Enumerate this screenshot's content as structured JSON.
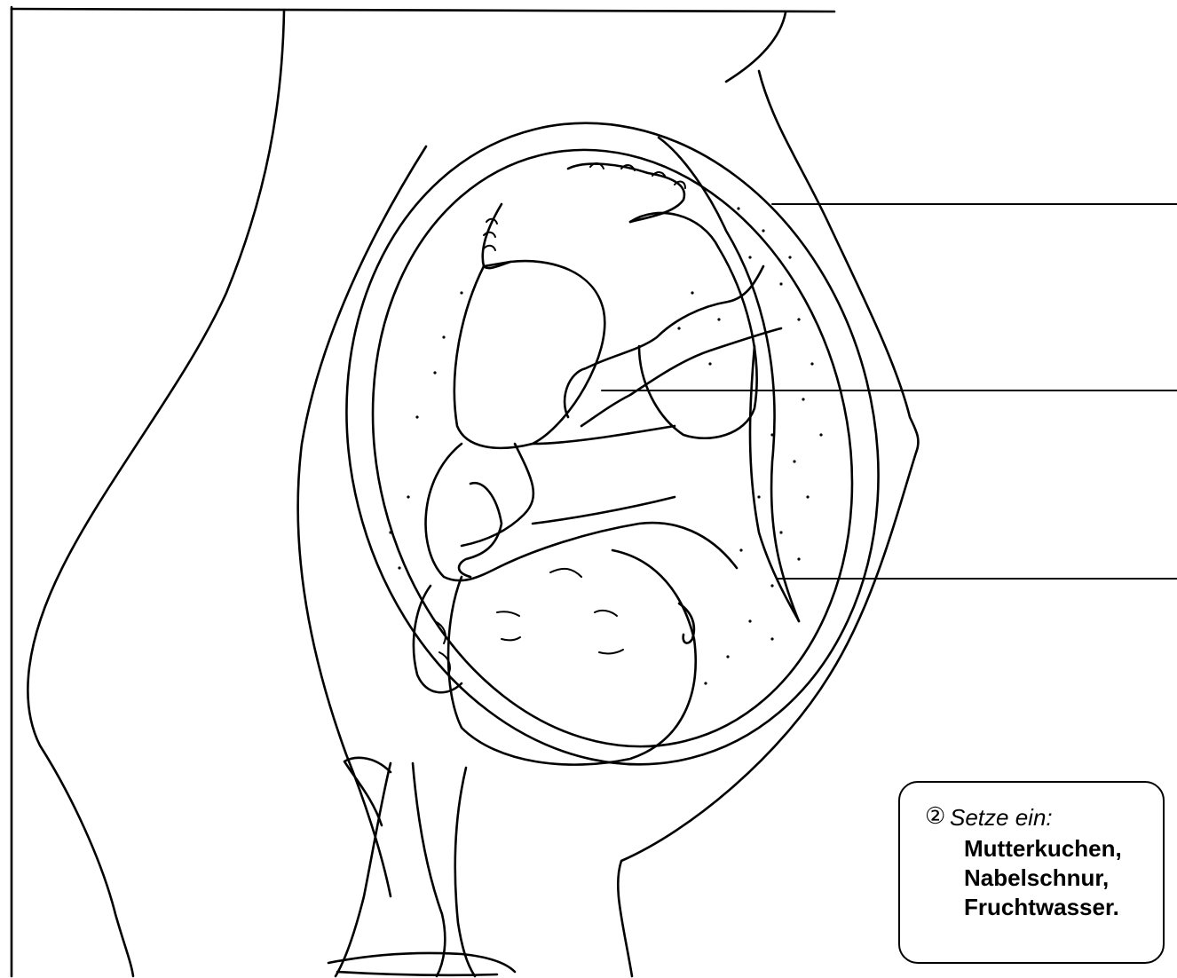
{
  "diagram": {
    "subject": "pregnant-woman-cross-section-with-fetus",
    "label_lines": [
      {
        "name": "placenta-label-line"
      },
      {
        "name": "umbilical-cord-label-line"
      },
      {
        "name": "amniotic-fluid-label-line"
      }
    ]
  },
  "task": {
    "number": "②",
    "instruction": "Setze ein:",
    "words": [
      "Mutterkuchen,",
      "Nabelschnur,",
      "Fruchtwasser."
    ]
  }
}
